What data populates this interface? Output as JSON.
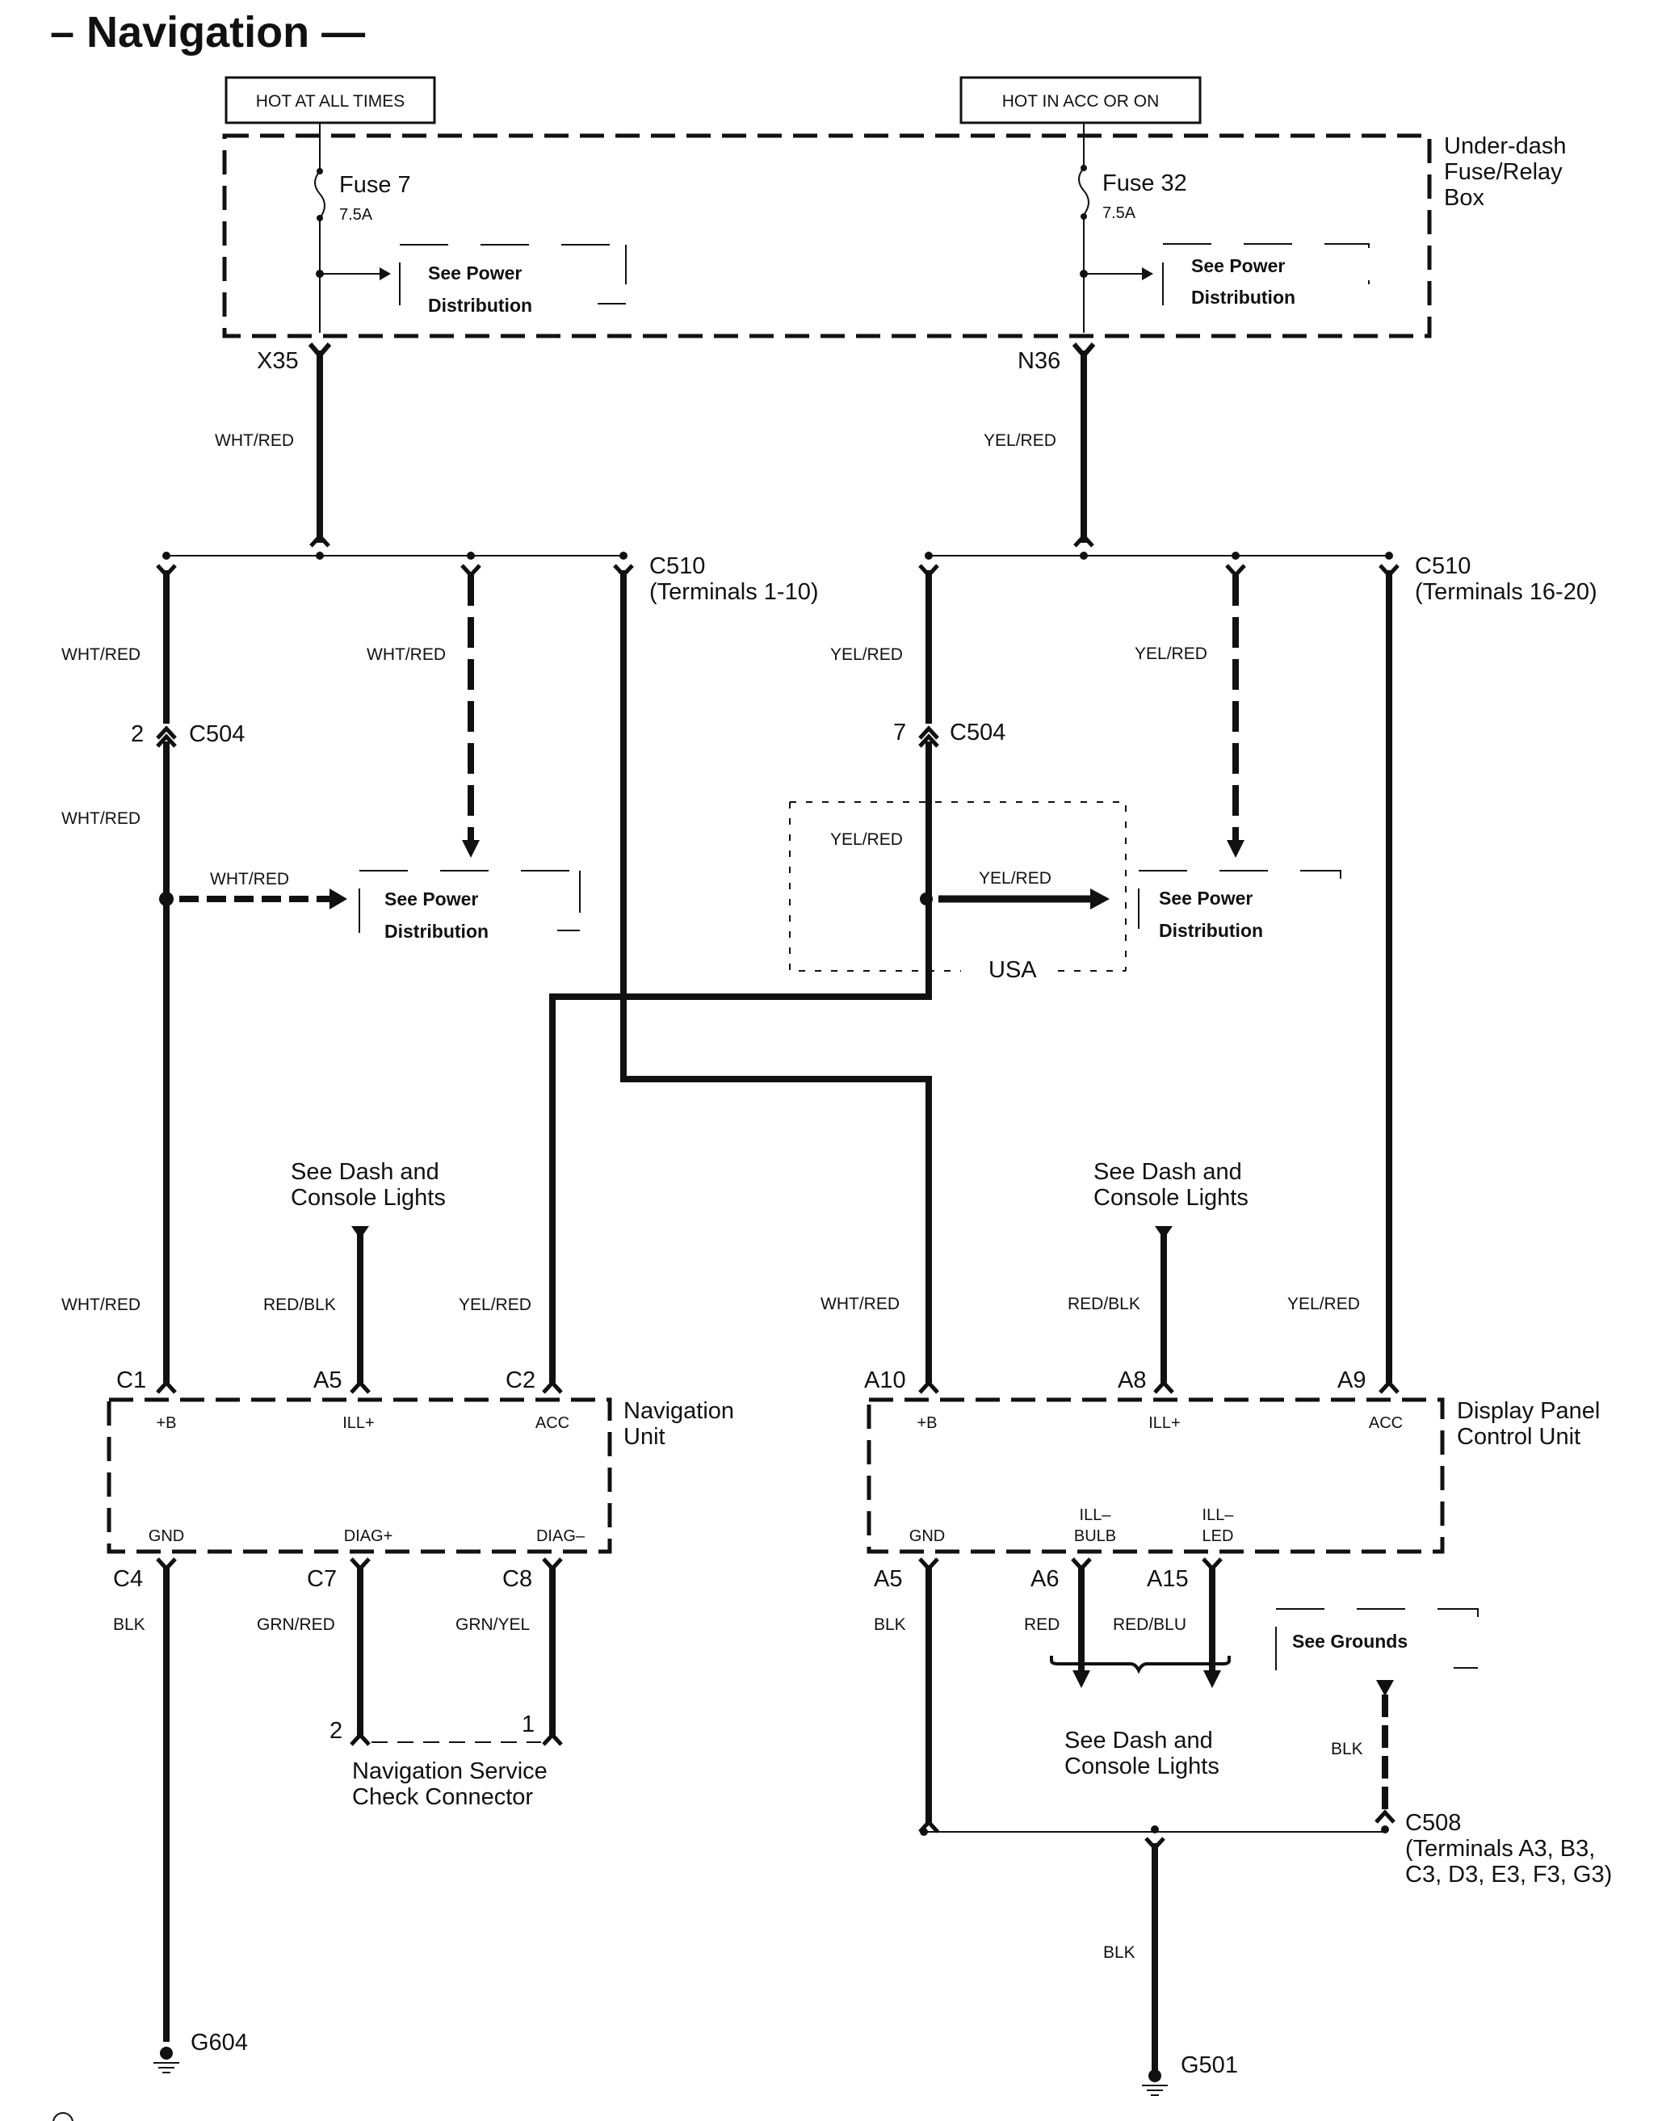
{
  "title": "– Navigation —",
  "power_sources": {
    "left": "HOT AT ALL TIMES",
    "right": "HOT IN ACC OR ON"
  },
  "fuse_box": {
    "name_lines": [
      "Under-dash",
      "Fuse/Relay",
      "Box"
    ]
  },
  "fuses": [
    {
      "name": "Fuse 7",
      "rating": "7.5A",
      "terminal": "X35",
      "wire": "WHT/RED"
    },
    {
      "name": "Fuse 32",
      "rating": "7.5A",
      "terminal": "N36",
      "wire": "YEL/RED"
    }
  ],
  "see_power": {
    "line1": "See Power",
    "line2": "Distribution"
  },
  "c510_left": {
    "name": "C510",
    "terminals": "(Terminals 1-10)"
  },
  "c510_right": {
    "name": "C510",
    "terminals": "(Terminals 16-20)"
  },
  "c504": {
    "name": "C504",
    "pin_left": "2",
    "pin_right": "7"
  },
  "usa_label": "USA",
  "wire_labels": {
    "wht_red": "WHT/RED",
    "yel_red": "YEL/RED",
    "red_blk": "RED/BLK",
    "blk": "BLK",
    "grn_red": "GRN/RED",
    "grn_yel": "GRN/YEL",
    "red": "RED",
    "red_blu": "RED/BLU"
  },
  "see_dash": {
    "line1": "See Dash and",
    "line2": "Console Lights"
  },
  "nav_unit": {
    "name_lines": [
      "Navigation",
      "Unit"
    ],
    "top_pins": [
      {
        "pin": "C1",
        "func": "+B"
      },
      {
        "pin": "A5",
        "func": "ILL+"
      },
      {
        "pin": "C2",
        "func": "ACC"
      }
    ],
    "bottom_pins": [
      {
        "pin": "C4",
        "func": "GND"
      },
      {
        "pin": "C7",
        "func": "DIAG+"
      },
      {
        "pin": "C8",
        "func": "DIAG–"
      }
    ]
  },
  "display_unit": {
    "name_lines": [
      "Display Panel",
      "Control Unit"
    ],
    "top_pins": [
      {
        "pin": "A10",
        "func": "+B"
      },
      {
        "pin": "A8",
        "func": "ILL+"
      },
      {
        "pin": "A9",
        "func": "ACC"
      }
    ],
    "bottom_pins": [
      {
        "pin": "A5",
        "func": "GND"
      },
      {
        "pin": "A6",
        "func1": "ILL–",
        "func2": "BULB"
      },
      {
        "pin": "A15",
        "func1": "ILL–",
        "func2": "LED"
      }
    ]
  },
  "service_connector": {
    "line1": "Navigation Service",
    "line2": "Check Connector",
    "pin1": "1",
    "pin2": "2"
  },
  "see_grounds": "See Grounds",
  "c508": {
    "name": "C508",
    "line2": "(Terminals A3, B3,",
    "line3": "C3, D3, E3, F3, G3)"
  },
  "grounds": {
    "left": "G604",
    "right": "G501"
  }
}
